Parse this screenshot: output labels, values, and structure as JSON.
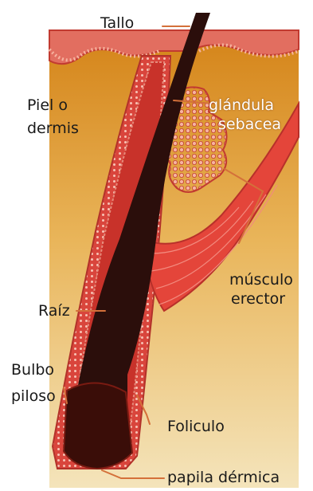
{
  "labels": {
    "tallo": "Tallo",
    "piel_line1": "Piel o",
    "piel_line2": "dermis",
    "glandula_line1": "glándula",
    "glandula_line2": "sebacea",
    "musculo_line1": "músculo",
    "musculo_line2": "erector",
    "raiz": "Raíz",
    "bulbo_line1": "Bulbo",
    "bulbo_line2": "piloso",
    "foliculo": "Foliculo",
    "papila": "papila dérmica"
  },
  "colors": {
    "dermis_top": "#d98a1c",
    "dermis_bottom": "#f2dfb0",
    "epidermis": "#e0645a",
    "follicle_wall": "#d24a42",
    "follicle_inner": "#c0392b",
    "hair_shaft": "#2a0d0a",
    "muscle": "#e8453c",
    "gland": "#f2a592",
    "leader_line": "#d4703a"
  }
}
